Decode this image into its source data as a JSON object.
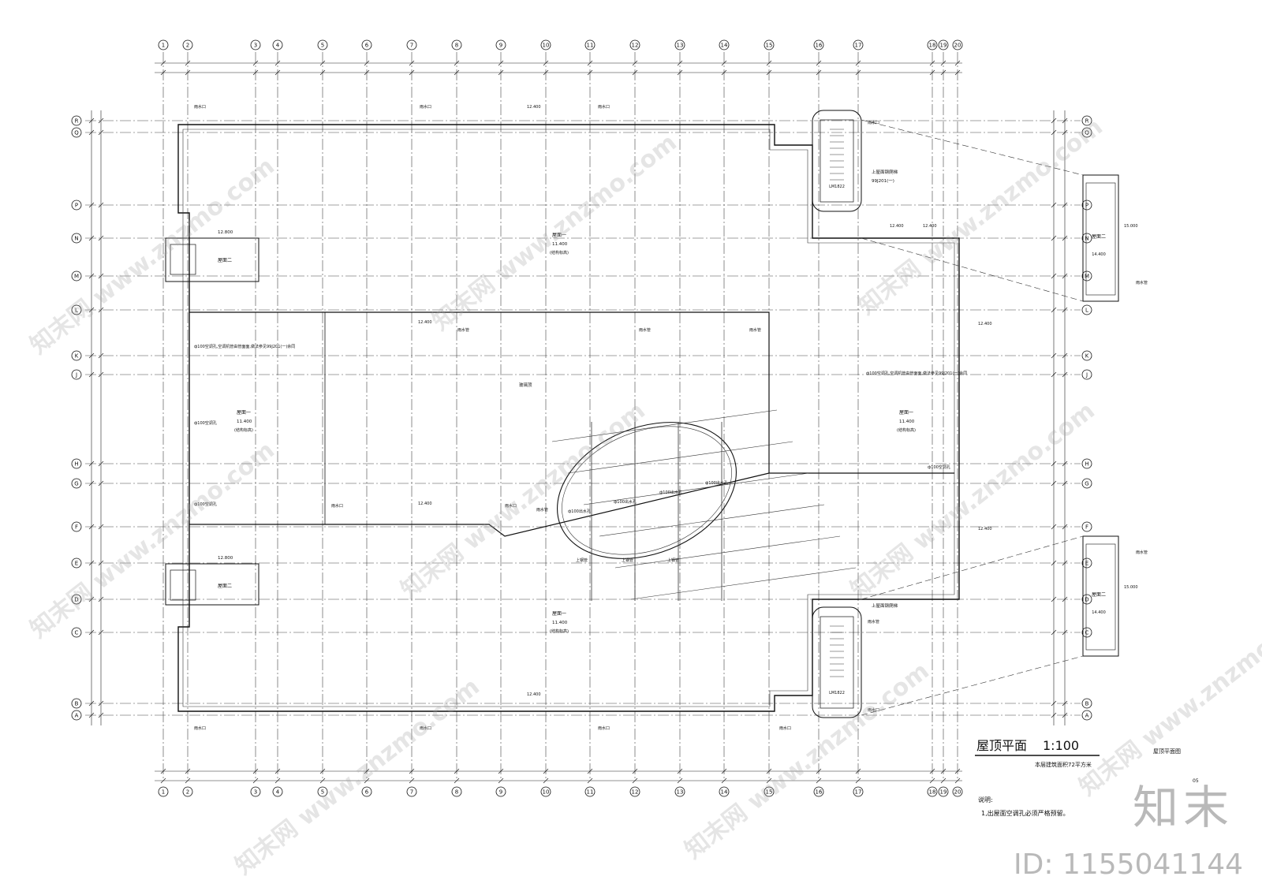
{
  "title": {
    "main": "屋顶平面",
    "scale": "1:100",
    "subtitle": "本层建筑面积72平方米",
    "side_title": "屋顶平面图",
    "sheet_no": "05"
  },
  "notes": {
    "heading": "说明:",
    "items": [
      "1,出屋面空调孔必须严格预留。"
    ]
  },
  "axes_columns": [
    "1",
    "2",
    "3",
    "4",
    "5",
    "6",
    "7",
    "8",
    "9",
    "10",
    "11",
    "12",
    "13",
    "14",
    "15",
    "16",
    "17",
    "18",
    "19",
    "20"
  ],
  "axes_rows": [
    "R",
    "Q",
    "P",
    "N",
    "M",
    "L",
    "K",
    "J",
    "H",
    "G",
    "F",
    "E",
    "D",
    "C",
    "B",
    "A"
  ],
  "labels": {
    "roof_one": "屋面一",
    "roof_two": "屋面二",
    "elev_11400": "11.400",
    "elev_12400": "12.400",
    "elev_12800": "12.800",
    "elev_14400": "14.400",
    "elev_15000": "15.000",
    "struct": "(结构标高)",
    "drain_outlet": "雨水口",
    "drain_pipe": "雨水管",
    "ac_hole": "ф100空调孔",
    "ac_note": "ф100空调孔,空调机管由管面面,做法参见99J201(一)余同",
    "stair_top": "上屋面钢爬梯",
    "stair_ref": "99J201(一)",
    "door": "LM1822",
    "atrium": "玻璃顶",
    "water_tank": "ф100出水孔",
    "up": "上钢管"
  },
  "watermarks": [
    "知末网 www.znzmo.com"
  ],
  "brand": "知末",
  "id_text": "ID: 1155041144"
}
